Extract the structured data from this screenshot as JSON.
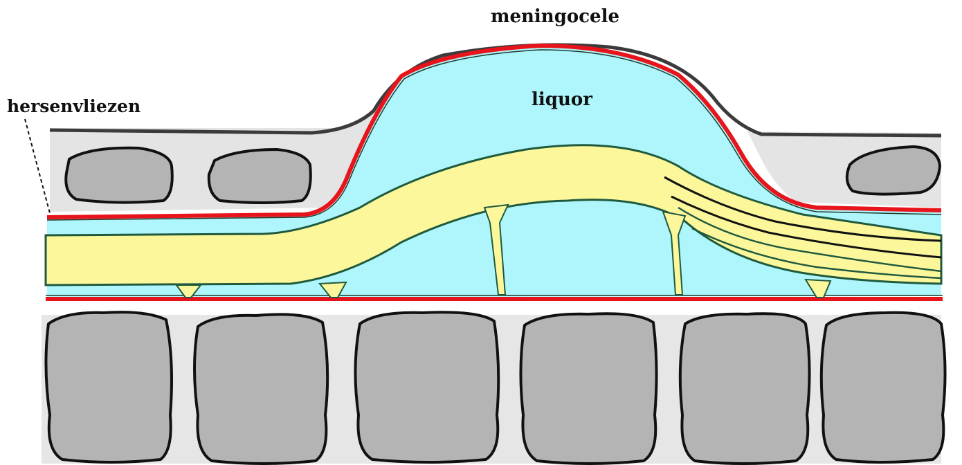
{
  "labels": {
    "meningocele": "meningocele",
    "liquor": "liquor",
    "hersenvliezen": "hersenvliezen"
  },
  "colors": {
    "background": "#ffffff",
    "liquor": "#aef6fb",
    "nerve": "#fdf79b",
    "nerve_outline": "#1f5a3e",
    "meninges": "#e8141c",
    "skin": "#3b3b3b",
    "tissue": "#e4e4e4",
    "bone": "#b4b4b4",
    "outline": "#111111"
  }
}
